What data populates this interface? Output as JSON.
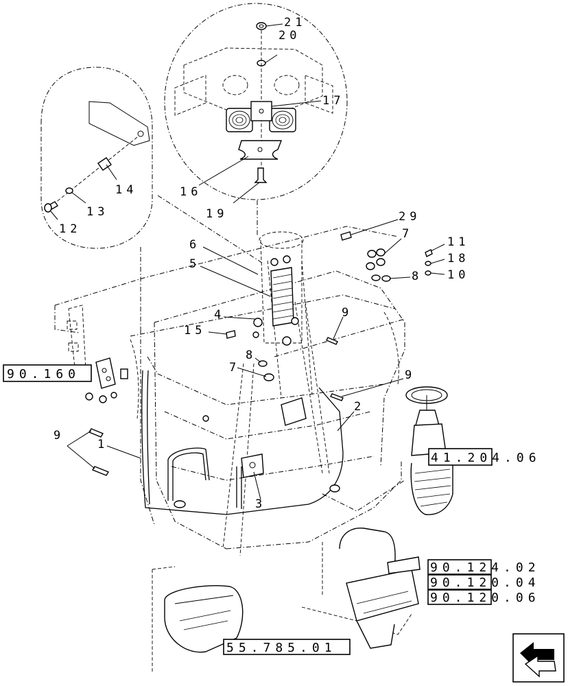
{
  "callouts": {
    "c21": "21",
    "c20": "20",
    "c17": "17",
    "c16": "16",
    "c19": "19",
    "c14": "14",
    "c13": "13",
    "c12": "12",
    "c29": "29",
    "c7a": "7",
    "c11": "11",
    "c18": "18",
    "c10": "10",
    "c8a": "8",
    "c6": "6",
    "c5": "5",
    "c4": "4",
    "c15": "15",
    "c9a": "9",
    "c8b": "8",
    "c7b": "7",
    "c9b": "9",
    "c2": "2",
    "c9c": "9",
    "c1": "1",
    "c3": "3"
  },
  "references": {
    "r1": "90.160",
    "r2": "41.204.06",
    "r3": "90.124.02",
    "r4": "90.120.04",
    "r5": "90.120.06",
    "r6": "55.785.01"
  }
}
